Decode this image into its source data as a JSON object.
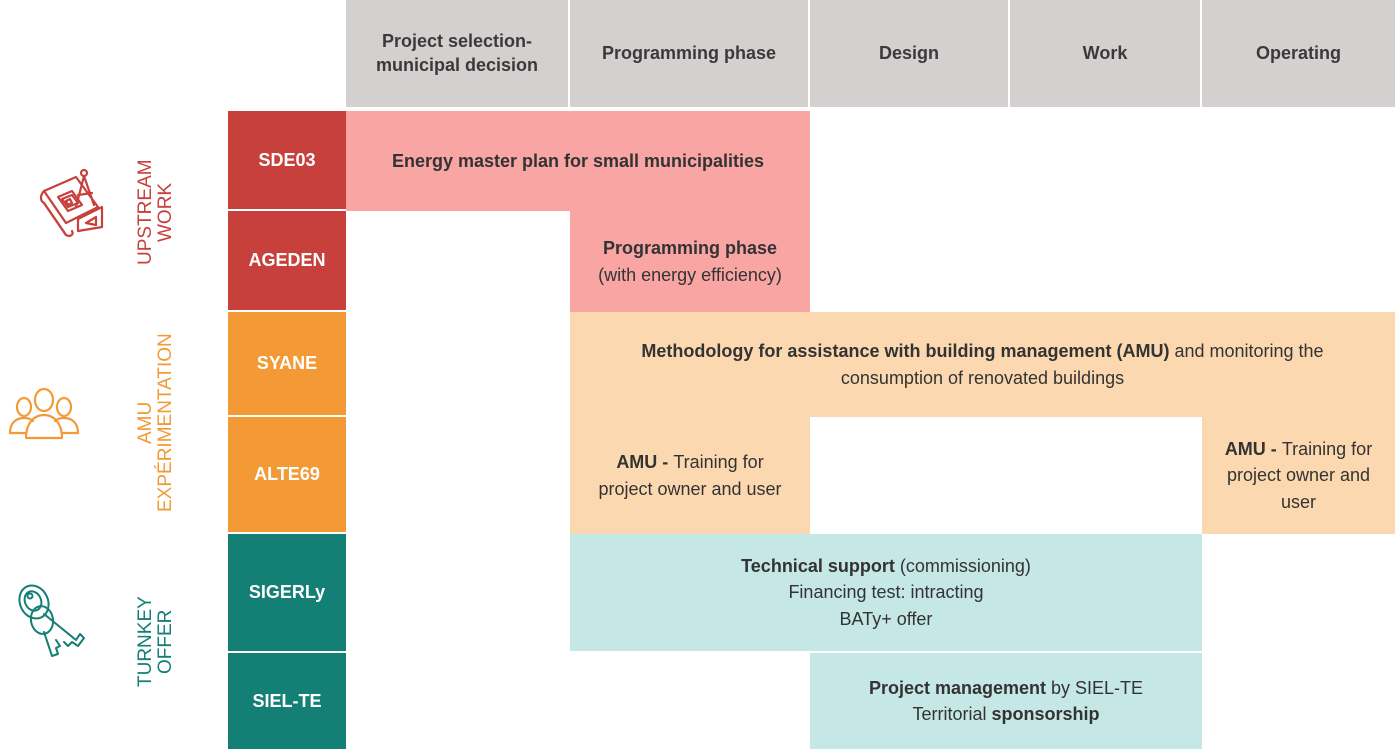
{
  "headers": [
    {
      "line1": "Project selection-",
      "line2": "municipal decision"
    },
    {
      "line1": "Programming phase",
      "line2": ""
    },
    {
      "line1": "Design",
      "line2": ""
    },
    {
      "line1": "Work",
      "line2": ""
    },
    {
      "line1": "Operating",
      "line2": ""
    }
  ],
  "groups": [
    {
      "line1": "UPSTREAM",
      "line2": "WORK",
      "color": "#c8403c",
      "icon": "blueprint-icon"
    },
    {
      "line1": "AMU",
      "line2": "EXPÉRIMENTATION",
      "color": "#f39a36",
      "icon": "people-icon"
    },
    {
      "line1": "TURNKEY",
      "line2": "OFFER",
      "color": "#137f75",
      "icon": "keys-icon"
    }
  ],
  "orgs": [
    "SDE03",
    "AGEDEN",
    "SYANE",
    "ALTE69",
    "SIGERLy",
    "SIEL-TE"
  ],
  "cells": {
    "sde03": {
      "bold": "Energy master plan for small municipalities"
    },
    "ageden": {
      "bold": "Programming phase",
      "normal": "(with energy efficiency)"
    },
    "syane": {
      "bold": "Methodology for assistance with building management (AMU)",
      "normal1": " and monitoring the",
      "normal2": "consumption of renovated buildings"
    },
    "alte69_a": {
      "bold": "AMU - ",
      "normal1": "Training for",
      "normal2": "project owner and user"
    },
    "alte69_b": {
      "bold": "AMU - ",
      "normal1": "Training for",
      "normal2": "project owner and",
      "normal3": "user"
    },
    "sigerly": {
      "bold": "Technical support",
      "normal1": " (commissioning)",
      "line2": "Financing test: intracting",
      "line3": "BATy+ offer"
    },
    "sielte": {
      "bold1": "Project management",
      "normal1": " by SIEL-TE",
      "normal2": "Territorial ",
      "bold2": "sponsorship"
    }
  },
  "colors": {
    "header": "#d4d0cf",
    "red": "#c8403c",
    "orange": "#f39a36",
    "teal": "#137f75",
    "pink": "#f8a5a3",
    "peach": "#fcd8b0",
    "aqua": "#c5e7e6"
  }
}
